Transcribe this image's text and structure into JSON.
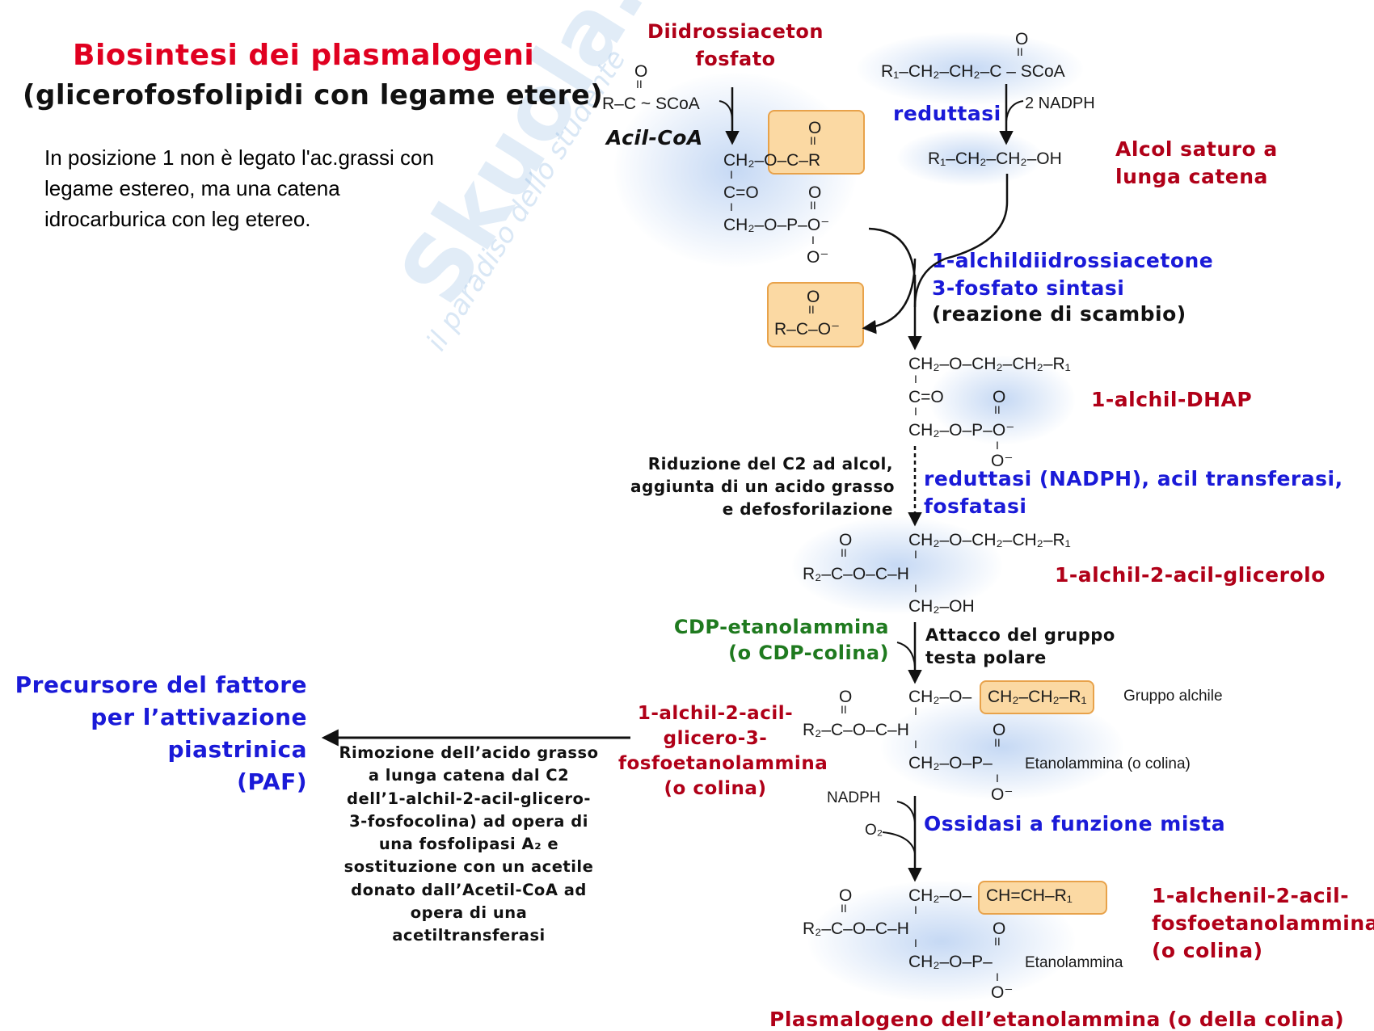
{
  "title": {
    "main": "Biosintesi dei plasmalogeni",
    "sub": "(glicerofosfolipidi con legame etere)"
  },
  "intro_text": [
    "In posizione 1 non è legato l'ac.grassi con",
    "legame estereo, ma una catena",
    "idrocarburica con leg etereo."
  ],
  "watermark": {
    "brand": "Skuola.net",
    "tagline": "il paradiso dello studente"
  },
  "colors": {
    "title_red": "#e00020",
    "compound_red": "#b00018",
    "enzyme_blue": "#1a1ad8",
    "cofactor_green": "#1f7a1f",
    "highlight_box": "#fbd9a3",
    "highlight_border": "#e8a24a"
  },
  "labels": {
    "dhap": [
      "Diidrossiaceton",
      "fosfato"
    ],
    "acil_coa": "Acil-CoA",
    "reduttasi": "reduttasi",
    "nadph_2": "2 NADPH",
    "alcol": [
      "Alcol saturo a",
      "lunga catena"
    ],
    "synthase": [
      "1-alchildiidrossiacetone",
      "3-fosfato sintasi"
    ],
    "exchange": "(reazione di scambio)",
    "alchil_dhap": "1-alchil-DHAP",
    "reduction_note": [
      "Riduzione del C2 ad alcol,",
      "aggiunta di un acido grasso",
      "e defosforilazione"
    ],
    "enzymes_step3": [
      "reduttasi (NADPH), acil transferasi,",
      "fosfatasi"
    ],
    "alchil_acil_glicerolo": "1-alchil-2-acil-glicerolo",
    "cdp": [
      "CDP-etanolammina",
      "(o CDP-colina)"
    ],
    "head_group": [
      "Attacco del gruppo",
      "testa polare"
    ],
    "alchil_acil_pe": [
      "1-alchil-2-acil-",
      "glicero-3-",
      "fosfoetanolammina",
      "(o colina)"
    ],
    "gruppo_alchile": "Gruppo alchile",
    "paf": [
      "Precursore del fattore",
      "per l’attivazione",
      "piastrinica",
      "(PAF)"
    ],
    "paf_note": [
      "Rimozione dell’acido grasso",
      "a lunga catena dal C2",
      "dell’1-alchil-2-acil-glicero-",
      "3-fosfocolina) ad opera di",
      "una fosfolipasi A₂ e",
      "sostituzione con un acetile",
      "donato dall’Acetil-CoA ad",
      "opera di una",
      "acetiltransferasi"
    ],
    "nadph": "NADPH",
    "o2": "O₂",
    "oxidase": "Ossidasi a funzione mista",
    "alchenil": [
      "1-alchenil-2-acil-",
      "fosfoetanolammina",
      "(o colina)"
    ],
    "plasmalogen": "Plasmalogeno dell’etanolammina (o della colina)"
  },
  "chem": {
    "acylcoa_o": "O",
    "acylcoa": "R–C ~ SCoA",
    "dhap1": "CH₂–O–C–R",
    "dhap1_o": "O",
    "dhap2": "C=O",
    "dhap3": "CH₂–O–P–O⁻",
    "dhap3_o": "O",
    "dhap3_om": "O⁻",
    "fa_coa_o": "O",
    "fa_coa": "R₁–CH₂–CH₂–C – SCoA",
    "alcohol": "R₁–CH₂–CH₂–OH",
    "carboxylate_o": "O",
    "carboxylate": "R–C–O⁻",
    "adhap1": "CH₂–O–CH₂–CH₂–R₁",
    "adhap2": "C=O",
    "adhap2_o": "O",
    "adhap3": "CH₂–O–P–O⁻",
    "adhap3_om": "O⁻",
    "aag_o": "O",
    "aag1": "CH₂–O–CH₂–CH₂–R₁",
    "aag2": "R₂–C–O–C–H",
    "aag3": "CH₂–OH",
    "pe_o": "O",
    "pe1a": "CH₂–O–",
    "pe1b": "CH₂–CH₂–R₁",
    "pe2": "R₂–C–O–C–H",
    "pe2_o": "O",
    "pe3": "CH₂–O–P–",
    "pe3_tail": "Etanolammina (o colina)",
    "pe3_om": "O⁻",
    "pl_o": "O",
    "pl1a": "CH₂–O–",
    "pl1b": "CH=CH–R₁",
    "pl2": "R₂–C–O–C–H",
    "pl2_o": "O",
    "pl3": "CH₂–O–P–",
    "pl3_tail": "Etanolammina",
    "pl3_om": "O⁻"
  }
}
